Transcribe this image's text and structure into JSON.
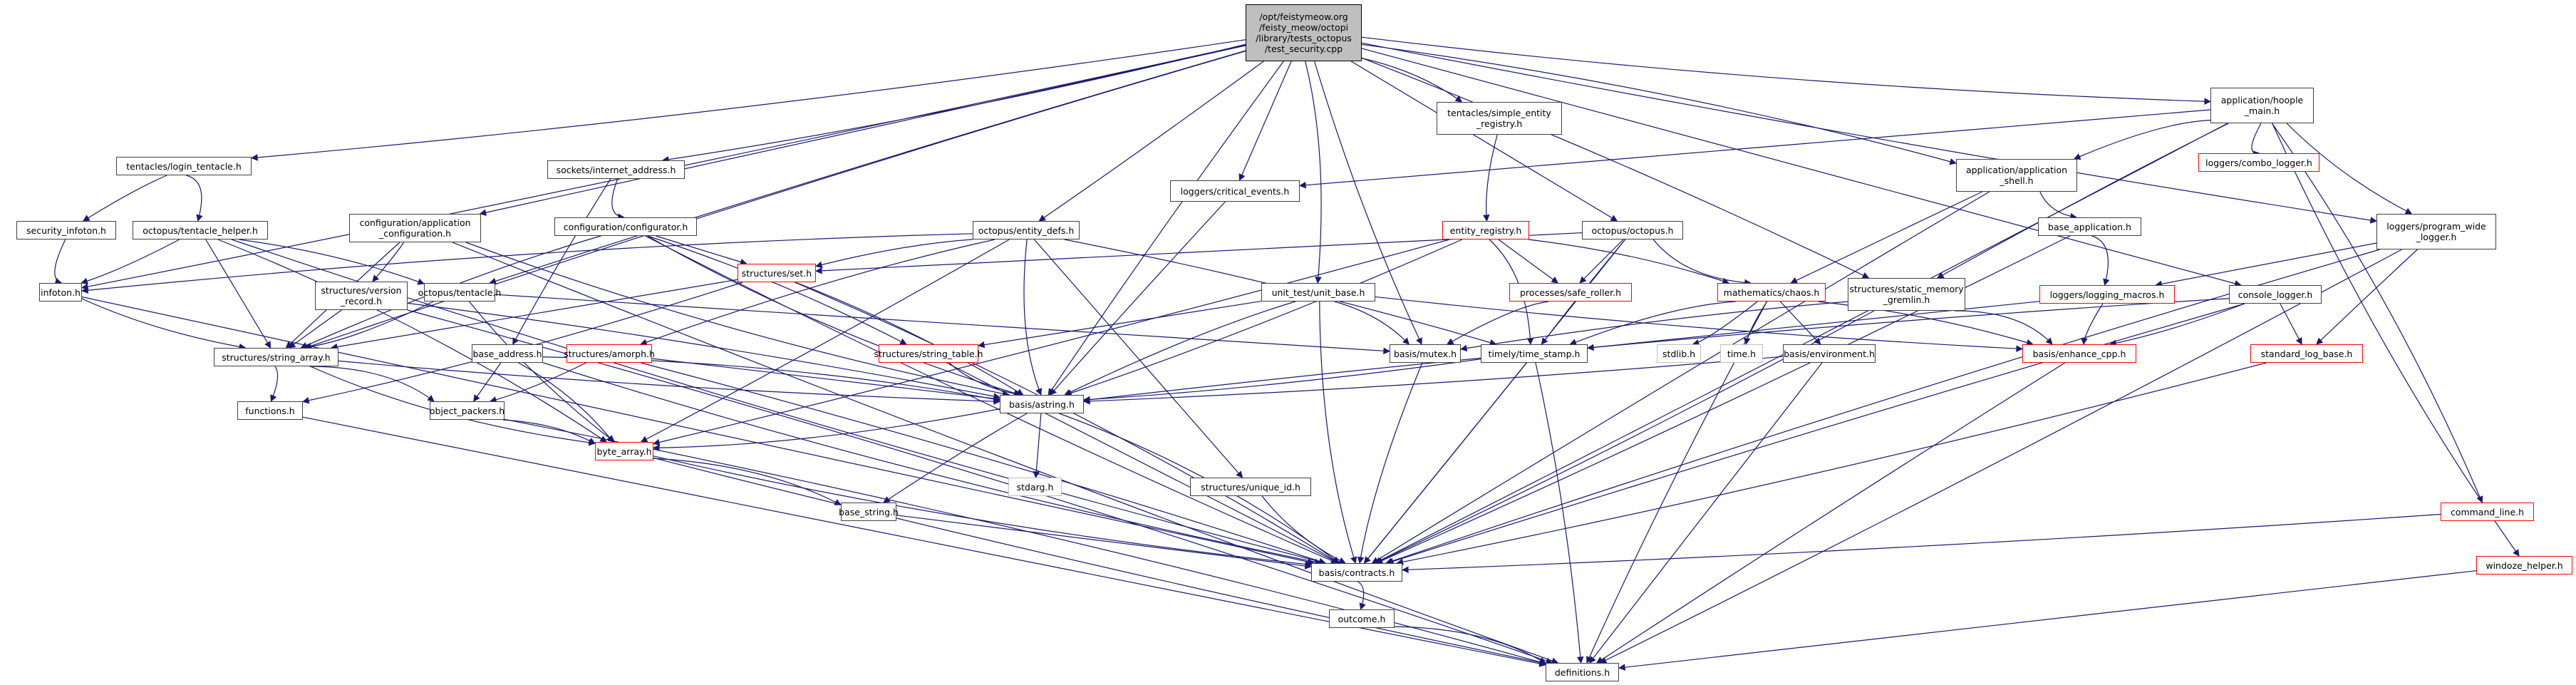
{
  "diagram": {
    "type": "include-dependency-graph",
    "edge_color": "#191970",
    "node_styles": {
      "root_fill": "#bfbfbf",
      "normal_border": "#404040",
      "missing_doc_border": "#ff0000",
      "system_border": "#bfbfbf"
    },
    "nodes": [
      {
        "id": "root",
        "label": "/opt/feistymeow.org\n/feisty_meow/octopi\n/library/tests_octopus\n/test_security.cpp",
        "style": "root"
      },
      {
        "id": "login_tentacle",
        "label": "tentacles/login_tentacle.h",
        "style": "normal"
      },
      {
        "id": "security_infoton",
        "label": "security_infoton.h",
        "style": "normal"
      },
      {
        "id": "tentacle_helper",
        "label": "octopus/tentacle_helper.h",
        "style": "normal"
      },
      {
        "id": "infoton",
        "label": "infoton.h",
        "style": "normal"
      },
      {
        "id": "app_config",
        "label": "configuration/application\n_configuration.h",
        "style": "normal"
      },
      {
        "id": "version_record",
        "label": "structures/version\n_record.h",
        "style": "normal"
      },
      {
        "id": "tentacle",
        "label": "octopus/tentacle.h",
        "style": "normal"
      },
      {
        "id": "string_array",
        "label": "structures/string_array.h",
        "style": "normal"
      },
      {
        "id": "functions",
        "label": "functions.h",
        "style": "normal"
      },
      {
        "id": "object_packers",
        "label": "object_packers.h",
        "style": "normal"
      },
      {
        "id": "internet_address",
        "label": "sockets/internet_address.h",
        "style": "normal"
      },
      {
        "id": "configurator",
        "label": "configuration/configurator.h",
        "style": "normal"
      },
      {
        "id": "base_address",
        "label": "base_address.h",
        "style": "normal"
      },
      {
        "id": "amorph",
        "label": "structures/amorph.h",
        "style": "red"
      },
      {
        "id": "byte_array",
        "label": "byte_array.h",
        "style": "red"
      },
      {
        "id": "set",
        "label": "structures/set.h",
        "style": "red"
      },
      {
        "id": "string_table",
        "label": "structures/string_table.h",
        "style": "red"
      },
      {
        "id": "entity_defs",
        "label": "octopus/entity_defs.h",
        "style": "normal"
      },
      {
        "id": "critical_events",
        "label": "loggers/critical_events.h",
        "style": "normal"
      },
      {
        "id": "simple_entity",
        "label": "tentacles/simple_entity\n_registry.h",
        "style": "normal"
      },
      {
        "id": "entity_registry",
        "label": "entity_registry.h",
        "style": "red"
      },
      {
        "id": "unit_base",
        "label": "unit_test/unit_base.h",
        "style": "normal"
      },
      {
        "id": "astring",
        "label": "basis/astring.h",
        "style": "normal"
      },
      {
        "id": "stdarg",
        "label": "stdarg.h",
        "style": "gray"
      },
      {
        "id": "unique_id",
        "label": "structures/unique_id.h",
        "style": "normal"
      },
      {
        "id": "base_string",
        "label": "base_string.h",
        "style": "normal"
      },
      {
        "id": "contracts",
        "label": "basis/contracts.h",
        "style": "normal"
      },
      {
        "id": "outcome",
        "label": "outcome.h",
        "style": "normal"
      },
      {
        "id": "definitions",
        "label": "definitions.h",
        "style": "normal"
      },
      {
        "id": "mutex",
        "label": "basis/mutex.h",
        "style": "normal"
      },
      {
        "id": "time_stamp",
        "label": "timely/time_stamp.h",
        "style": "normal"
      },
      {
        "id": "octopus",
        "label": "octopus/octopus.h",
        "style": "normal"
      },
      {
        "id": "safe_roller",
        "label": "processes/safe_roller.h",
        "style": "red"
      },
      {
        "id": "chaos",
        "label": "mathematics/chaos.h",
        "style": "red"
      },
      {
        "id": "stdlib",
        "label": "stdlib.h",
        "style": "gray"
      },
      {
        "id": "time",
        "label": "time.h",
        "style": "gray"
      },
      {
        "id": "environment",
        "label": "basis/environment.h",
        "style": "normal"
      },
      {
        "id": "static_memory",
        "label": "structures/static_memory\n_gremlin.h",
        "style": "normal"
      },
      {
        "id": "app_shell",
        "label": "application/application\n_shell.h",
        "style": "normal"
      },
      {
        "id": "base_application",
        "label": "base_application.h",
        "style": "normal"
      },
      {
        "id": "logging_macros",
        "label": "loggers/logging_macros.h",
        "style": "red"
      },
      {
        "id": "enhance_cpp",
        "label": "basis/enhance_cpp.h",
        "style": "red"
      },
      {
        "id": "hoople_main",
        "label": "application/hoople\n_main.h",
        "style": "normal"
      },
      {
        "id": "combo_logger",
        "label": "loggers/combo_logger.h",
        "style": "red"
      },
      {
        "id": "program_wide",
        "label": "loggers/program_wide\n_logger.h",
        "style": "normal"
      },
      {
        "id": "console_logger",
        "label": "console_logger.h",
        "style": "normal"
      },
      {
        "id": "standard_log_base",
        "label": "standard_log_base.h",
        "style": "red"
      },
      {
        "id": "command_line",
        "label": "command_line.h",
        "style": "red"
      },
      {
        "id": "windoze_helper",
        "label": "windoze_helper.h",
        "style": "red"
      }
    ],
    "edges": [
      [
        "root",
        "login_tentacle"
      ],
      [
        "root",
        "infoton"
      ],
      [
        "root",
        "app_config"
      ],
      [
        "root",
        "tentacle"
      ],
      [
        "root",
        "string_array"
      ],
      [
        "root",
        "internet_address"
      ],
      [
        "root",
        "entity_defs"
      ],
      [
        "root",
        "critical_events"
      ],
      [
        "root",
        "simple_entity"
      ],
      [
        "root",
        "unit_base"
      ],
      [
        "root",
        "astring"
      ],
      [
        "root",
        "mutex"
      ],
      [
        "root",
        "octopus"
      ],
      [
        "root",
        "static_memory"
      ],
      [
        "root",
        "app_shell"
      ],
      [
        "root",
        "hoople_main"
      ],
      [
        "root",
        "program_wide"
      ],
      [
        "root",
        "console_logger"
      ],
      [
        "login_tentacle",
        "security_infoton"
      ],
      [
        "login_tentacle",
        "tentacle_helper"
      ],
      [
        "security_infoton",
        "infoton"
      ],
      [
        "tentacle_helper",
        "infoton"
      ],
      [
        "tentacle_helper",
        "string_array"
      ],
      [
        "tentacle_helper",
        "tentacle"
      ],
      [
        "tentacle_helper",
        "byte_array"
      ],
      [
        "tentacle_helper",
        "contracts"
      ],
      [
        "infoton",
        "string_array"
      ],
      [
        "infoton",
        "contracts"
      ],
      [
        "app_config",
        "version_record"
      ],
      [
        "app_config",
        "string_array"
      ],
      [
        "app_config",
        "astring"
      ],
      [
        "app_config",
        "definitions"
      ],
      [
        "version_record",
        "string_array"
      ],
      [
        "version_record",
        "astring"
      ],
      [
        "version_record",
        "definitions"
      ],
      [
        "tentacle",
        "string_array"
      ],
      [
        "tentacle",
        "byte_array"
      ],
      [
        "tentacle",
        "mutex"
      ],
      [
        "string_array",
        "functions"
      ],
      [
        "string_array",
        "object_packers"
      ],
      [
        "string_array",
        "byte_array"
      ],
      [
        "string_array",
        "astring"
      ],
      [
        "functions",
        "definitions"
      ],
      [
        "object_packers",
        "byte_array"
      ],
      [
        "object_packers",
        "definitions"
      ],
      [
        "internet_address",
        "configurator"
      ],
      [
        "internet_address",
        "base_address"
      ],
      [
        "configurator",
        "set"
      ],
      [
        "configurator",
        "string_table"
      ],
      [
        "configurator",
        "string_array"
      ],
      [
        "configurator",
        "astring"
      ],
      [
        "configurator",
        "contracts"
      ],
      [
        "base_address",
        "object_packers"
      ],
      [
        "base_address",
        "byte_array"
      ],
      [
        "base_address",
        "astring"
      ],
      [
        "base_address",
        "contracts"
      ],
      [
        "amorph",
        "object_packers"
      ],
      [
        "amorph",
        "astring"
      ],
      [
        "amorph",
        "contracts"
      ],
      [
        "byte_array",
        "base_string"
      ],
      [
        "byte_array",
        "contracts"
      ],
      [
        "byte_array",
        "definitions"
      ],
      [
        "set",
        "string_array"
      ],
      [
        "set",
        "astring"
      ],
      [
        "set",
        "contracts"
      ],
      [
        "set",
        "functions"
      ],
      [
        "string_table",
        "astring"
      ],
      [
        "string_table",
        "contracts"
      ],
      [
        "entity_defs",
        "set"
      ],
      [
        "entity_defs",
        "amorph"
      ],
      [
        "entity_defs",
        "astring"
      ],
      [
        "entity_defs",
        "byte_array"
      ],
      [
        "entity_defs",
        "unique_id"
      ],
      [
        "entity_defs",
        "time_stamp"
      ],
      [
        "entity_defs",
        "infoton"
      ],
      [
        "critical_events",
        "astring"
      ],
      [
        "simple_entity",
        "entity_registry"
      ],
      [
        "entity_registry",
        "safe_roller"
      ],
      [
        "entity_registry",
        "chaos"
      ],
      [
        "entity_registry",
        "time_stamp"
      ],
      [
        "entity_registry",
        "astring"
      ],
      [
        "entity_registry",
        "byte_array"
      ],
      [
        "unit_base",
        "string_table"
      ],
      [
        "unit_base",
        "mutex"
      ],
      [
        "unit_base",
        "astring"
      ],
      [
        "unit_base",
        "contracts"
      ],
      [
        "unit_base",
        "enhance_cpp"
      ],
      [
        "astring",
        "stdarg"
      ],
      [
        "astring",
        "base_string"
      ],
      [
        "astring",
        "contracts"
      ],
      [
        "astring",
        "byte_array"
      ],
      [
        "unique_id",
        "contracts"
      ],
      [
        "base_string",
        "contracts"
      ],
      [
        "contracts",
        "outcome"
      ],
      [
        "outcome",
        "definitions"
      ],
      [
        "mutex",
        "contracts"
      ],
      [
        "time_stamp",
        "astring"
      ],
      [
        "time_stamp",
        "contracts"
      ],
      [
        "time_stamp",
        "definitions"
      ],
      [
        "octopus",
        "safe_roller"
      ],
      [
        "octopus",
        "chaos"
      ],
      [
        "octopus",
        "time_stamp"
      ],
      [
        "octopus",
        "set"
      ],
      [
        "octopus",
        "contracts"
      ],
      [
        "safe_roller",
        "mutex"
      ],
      [
        "chaos",
        "stdlib"
      ],
      [
        "chaos",
        "time"
      ],
      [
        "chaos",
        "environment"
      ],
      [
        "chaos",
        "enhance_cpp"
      ],
      [
        "chaos",
        "time_stamp"
      ],
      [
        "chaos",
        "definitions"
      ],
      [
        "environment",
        "astring"
      ],
      [
        "environment",
        "definitions"
      ],
      [
        "static_memory",
        "mutex"
      ],
      [
        "static_memory",
        "enhance_cpp"
      ],
      [
        "static_memory",
        "contracts"
      ],
      [
        "app_shell",
        "base_application"
      ],
      [
        "app_shell",
        "chaos"
      ],
      [
        "app_shell",
        "contracts"
      ],
      [
        "base_application",
        "logging_macros"
      ],
      [
        "base_application",
        "contracts"
      ],
      [
        "logging_macros",
        "enhance_cpp"
      ],
      [
        "logging_macros",
        "time_stamp"
      ],
      [
        "enhance_cpp",
        "definitions"
      ],
      [
        "hoople_main",
        "app_shell"
      ],
      [
        "hoople_main",
        "combo_logger"
      ],
      [
        "hoople_main",
        "program_wide"
      ],
      [
        "hoople_main",
        "critical_events"
      ],
      [
        "hoople_main",
        "static_memory"
      ],
      [
        "hoople_main",
        "command_line"
      ],
      [
        "hoople_main",
        "windoze_helper"
      ],
      [
        "hoople_main",
        "contracts"
      ],
      [
        "program_wide",
        "logging_macros"
      ],
      [
        "program_wide",
        "standard_log_base"
      ],
      [
        "program_wide",
        "contracts"
      ],
      [
        "program_wide",
        "definitions"
      ],
      [
        "console_logger",
        "enhance_cpp"
      ],
      [
        "console_logger",
        "standard_log_base"
      ],
      [
        "console_logger",
        "contracts"
      ],
      [
        "console_logger",
        "astring"
      ],
      [
        "standard_log_base",
        "contracts"
      ],
      [
        "command_line",
        "contracts"
      ],
      [
        "windoze_helper",
        "definitions"
      ]
    ]
  }
}
